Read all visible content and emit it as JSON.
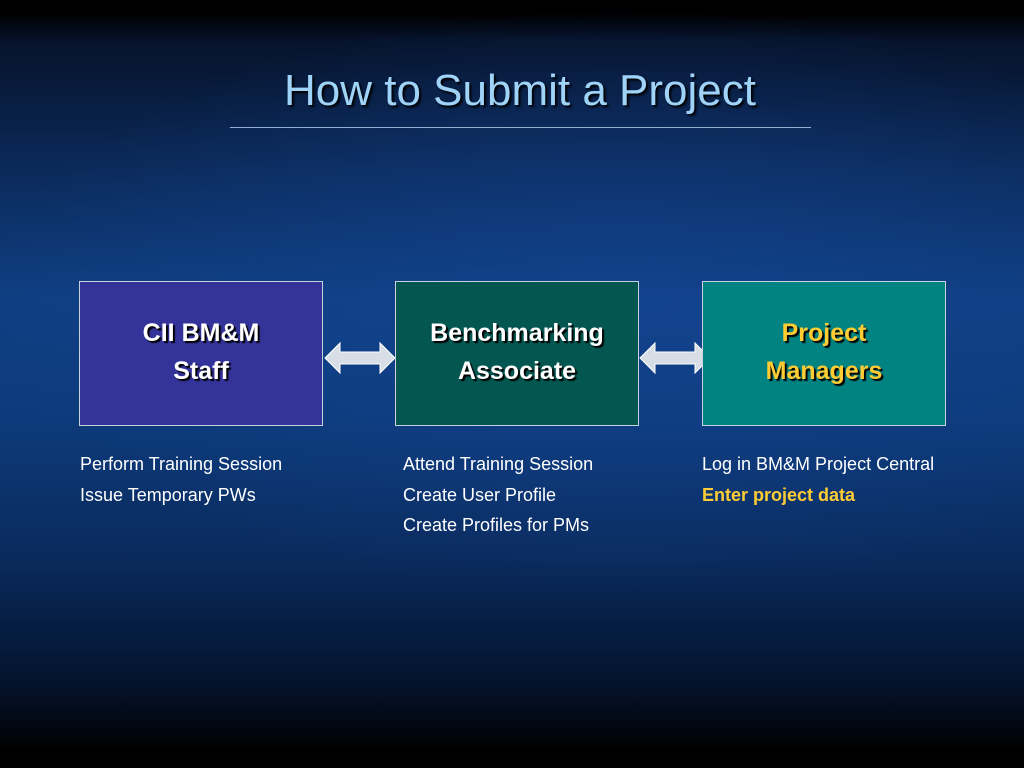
{
  "slide": {
    "title": "How to Submit a Project"
  },
  "boxes": [
    {
      "label": "CII BM&M\nStaff",
      "color": "#33339A"
    },
    {
      "label": "Benchmarking\nAssociate",
      "color": "#045650"
    },
    {
      "label": "Project\nManagers",
      "color": "#008381",
      "text_color": "#FFCC33"
    }
  ],
  "steps": {
    "staff": [
      "Perform Training Session",
      "Issue Temporary PWs"
    ],
    "associate": [
      "Attend Training Session",
      "Create User Profile",
      "Create Profiles for PMs"
    ],
    "project_managers": [
      "Log in BM&M Project Central",
      "Enter project data"
    ]
  },
  "colors": {
    "title": "#9FD3F7",
    "highlight": "#FFCC33",
    "arrow": "#D8DEE6"
  },
  "icons": {
    "connector": "double-headed-arrow"
  }
}
